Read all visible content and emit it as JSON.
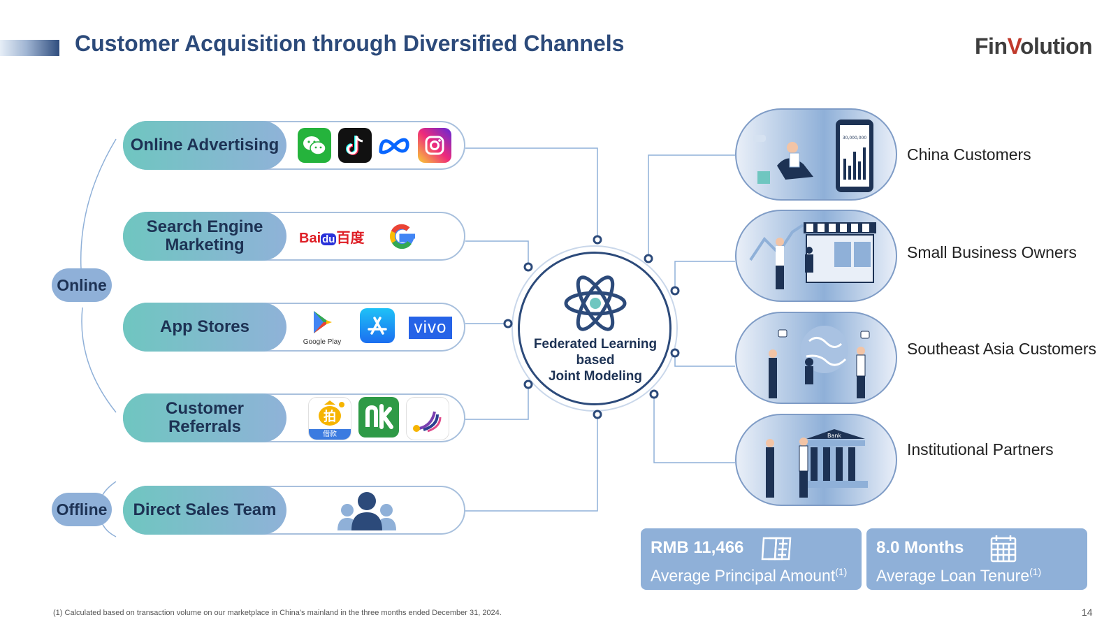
{
  "slide": {
    "title": "Customer Acquisition through Diversified Channels",
    "logo_prefix": "Fin",
    "logo_v": "V",
    "logo_suffix": "olution",
    "page_number": "14",
    "footnote": "(1) Calculated based on transaction volume on our marketplace in China’s mainland in the three months ended December 31, 2024."
  },
  "groups": {
    "online": "Online",
    "offline": "Offline"
  },
  "channels": [
    {
      "label": "Online Advertising",
      "icons": [
        "wechat-icon",
        "tiktok-icon",
        "meta-icon",
        "instagram-icon"
      ]
    },
    {
      "label": "Search Engine Marketing",
      "icons": [
        "baidu-logo",
        "google-icon"
      ]
    },
    {
      "label": "App Stores",
      "icons": [
        "google-play-icon",
        "app-store-icon",
        "vivo-logo"
      ],
      "google_play_caption": "Google Play",
      "vivo_text": "vivo"
    },
    {
      "label": "Customer Referrals",
      "icons": [
        "paipai-loan-icon",
        "nk-app-icon",
        "swirl-app-icon"
      ],
      "paipai_caption": "借款"
    },
    {
      "label": "Direct Sales Team",
      "icons": [
        "team-icon"
      ]
    }
  ],
  "baidu": {
    "bai": "Bai",
    "du": "du",
    "cn": "百度"
  },
  "center": {
    "line1": "Federated Learning",
    "line2": "based",
    "line3": "Joint Modeling"
  },
  "customers": [
    {
      "label": "China Customers",
      "illustration": "person-with-phone-chart"
    },
    {
      "label": "Small Business Owners",
      "illustration": "shop-owners"
    },
    {
      "label": "Southeast Asia Customers",
      "illustration": "globe-business-people"
    },
    {
      "label": "Institutional Partners",
      "illustration": "bank-handshake",
      "bank_text": "Bank"
    }
  ],
  "phone_figure": "30,000,000",
  "stats": [
    {
      "value": "RMB 11,466",
      "label": "Average Principal Amount",
      "note": "(1)",
      "icon": "money-icon"
    },
    {
      "value": "8.0 Months",
      "label": "Average Loan Tenure",
      "note": "(1)",
      "icon": "calendar-icon"
    }
  ],
  "colors": {
    "title": "#2c4a7a",
    "accent": "#8fb0d8",
    "teal": "#6fc6c0",
    "logo_v": "#c0392b"
  }
}
